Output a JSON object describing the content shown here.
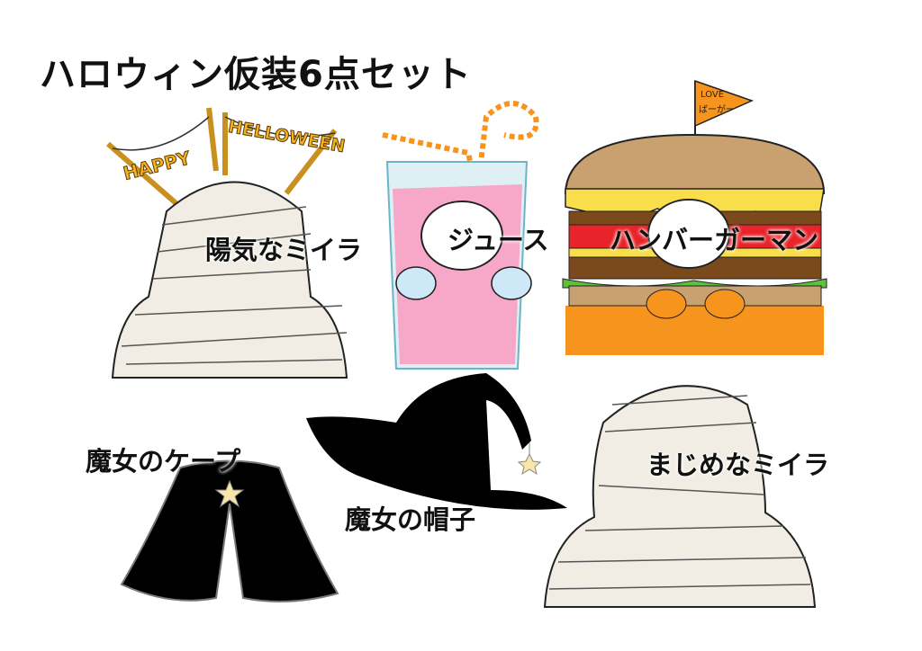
{
  "title": "ハロウィン仮装6点セット",
  "items": [
    {
      "label": "陽気なミイラ",
      "banner_left": "HAPPY",
      "banner_right": "HELLOWEEN"
    },
    {
      "label": "ジュース"
    },
    {
      "label": "ハンバーガーマン",
      "flag_line1": "LOVE",
      "flag_line2": "ばーがー"
    },
    {
      "label": "魔女のケープ"
    },
    {
      "label": "魔女の帽子"
    },
    {
      "label": "まじめなミイラ"
    }
  ],
  "colors": {
    "orange": "#f7941d",
    "pink": "#f7a8c8",
    "bun": "#c9a070",
    "cheese": "#f9dd4a",
    "tomato": "#e8242a",
    "lettuce": "#5cc23c",
    "patty": "#7a4a1c",
    "black": "#000000",
    "gauze": "#f1ede4"
  }
}
